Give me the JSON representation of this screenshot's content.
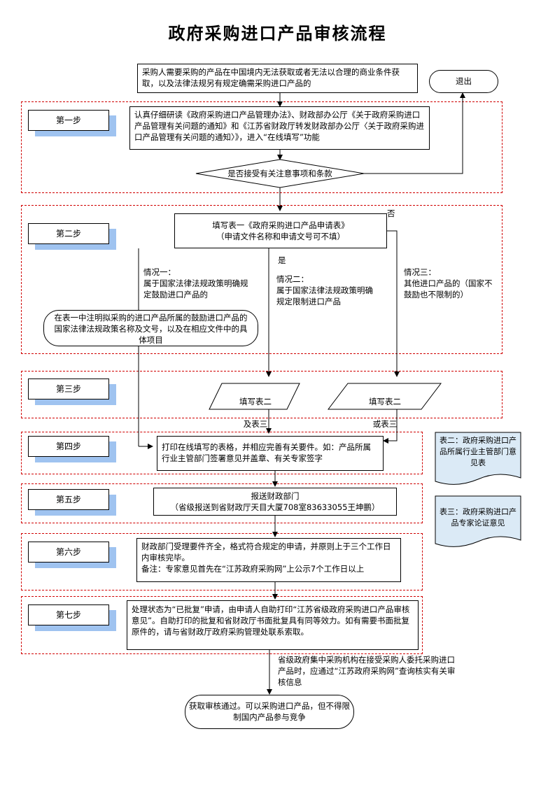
{
  "title": "政府采购进口产品审核流程",
  "start_text": "采购人需要采购的产品在中国境内无法获取或者无法以合理的商业条件获取，以及法律法规另有规定确需采购进口产品的",
  "exit_label": "退出",
  "steps": [
    "第一步",
    "第二步",
    "第三步",
    "第四步",
    "第五步",
    "第六步",
    "第七步"
  ],
  "step1_text": "认真仔细研读《政府采购进口产品管理办法》、财政部办公厅《关于政府采购进口产品管理有关问题的通知》和《江苏省财政厅转发财政部办公厅〈关于政府采购进口产品管理有关问题的通知〉》，进入“在线填写”功能",
  "decision_text": "是否接受有关注意事项和条款",
  "label_no": "否",
  "label_yes": "是",
  "form1_line1": "填写表一《政府采购进口产品申请表》",
  "form1_line2": "（申请文件名称和申请文号可不填）",
  "case1_text": "情况一：\n属于国家法律法规政策明确规定鼓励进口产品的",
  "case2_text": "情况二：\n属于国家法律法规政策明确规定限制进口产品",
  "case3_text": "情况三：\n其他进口产品的（国家不鼓励也不限制的）",
  "case1_note": "在表一中注明拟采购的进口产品所属的鼓励进口产品的国家法律法规政策名称及文号，以及在相应文件中的具体项目",
  "form2a_line1": "填写表二",
  "form2a_line2": "及表三",
  "form2b_line1": "填写表二",
  "form2b_line2": "或表三",
  "step4_text": "打印在线填写的表格，并相应完善有关要件。如：产品所属行业主管部门签署意见并盖章、有关专家签字",
  "step5_line1": "报送财政部门",
  "step5_line2": "（省级报送到省财政厅天目大厦708室83633055王坤鹏）",
  "step6_text": "财政部门受理要件齐全，格式符合规定的申请，并原则上于三个工作日内审核完毕。\n备注：专家意见首先在“江苏政府采购网”上公示7个工作日以上",
  "step7_text": "处理状态为“已批复”申请，由申请人自助打印“江苏省级政府采购进口产品审核意见”。自助打印的批复和省财政厅书面批复具有同等效力。如有需要书面批复原件的，请与省财政厅政府采购管理处联系索取。",
  "step7_note": "省级政府集中采购机构在接受采购人委托采购进口产品时，应通过“江苏政府采购网”查询核实有关审核信息",
  "end_text": "获取审核通过。可以采购进口产品，但不得限制国内产品参与竞争",
  "doc_table2": "表二：政府采购进口产品所属行业主管部门意见表",
  "doc_table3": "表三：政府采购进口产品专家论证意见",
  "colors": {
    "dash": "#d00000",
    "step_shadow": "#9fc3f0",
    "doc_fill": "#dbeaf6"
  }
}
